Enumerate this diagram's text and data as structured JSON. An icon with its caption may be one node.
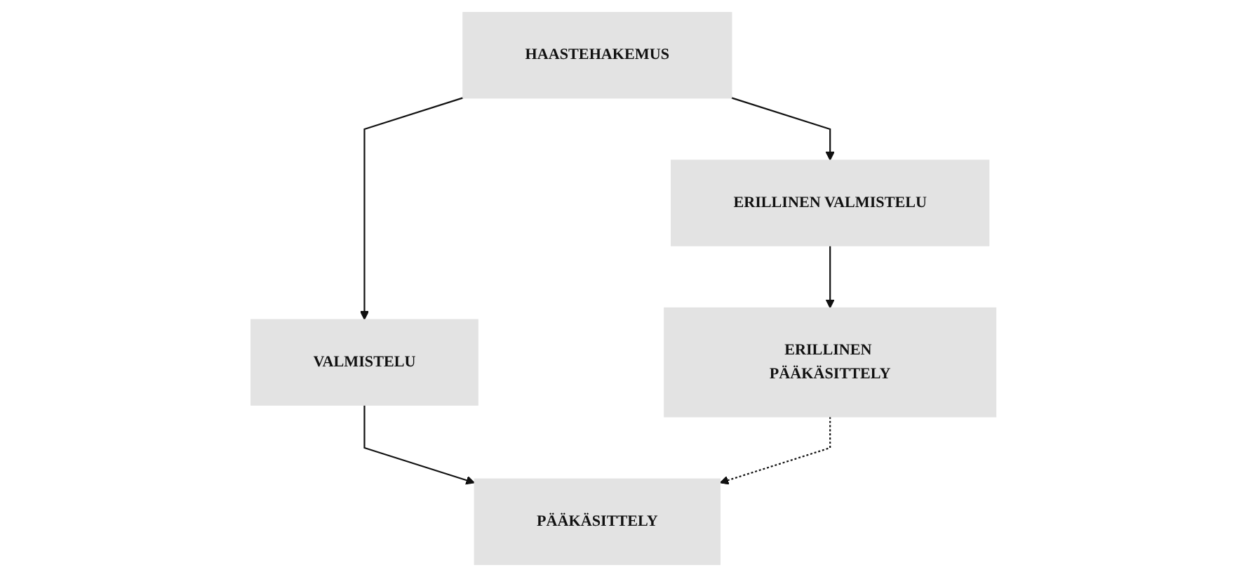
{
  "diagram": {
    "nodes": [
      {
        "text": [
          "HAASTEHAKEMUS"
        ]
      },
      {
        "text": [
          "ERILLINEN VALMISTELU"
        ]
      },
      {
        "text": [
          "VALMISTELU"
        ]
      },
      {
        "text": [
          "ERILLINEN PÄÄKÄSITTELY"
        ]
      },
      {
        "text": [
          "PÄÄKÄSITTELY"
        ]
      }
    ],
    "edges": [
      {
        "from": 0,
        "to": 1,
        "arrow": "to"
      },
      {
        "from": 0,
        "to": 2,
        "arrow": "to"
      },
      {
        "from": 1,
        "to": 3,
        "arrow": "to"
      },
      {
        "from": 2,
        "to": 4,
        "arrow": "to"
      },
      {
        "from": 3,
        "to": 4,
        "arrow": "to",
        "style": "dashed"
      }
    ]
  }
}
